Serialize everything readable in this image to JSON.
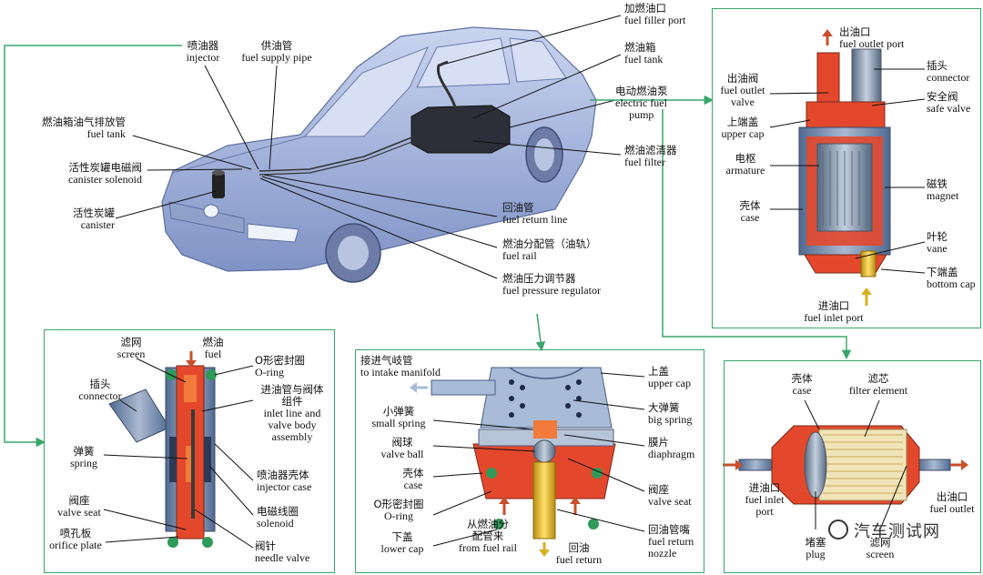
{
  "car_labels": {
    "filler_port": {
      "zh": "加燃油口",
      "en": "fuel filler port"
    },
    "injector": {
      "zh": "喷油器",
      "en": "injector"
    },
    "supply_pipe": {
      "zh": "供油管",
      "en": "fuel supply pipe"
    },
    "tank": {
      "zh": "燃油箱",
      "en": "fuel tank"
    },
    "tank_vent": {
      "zh": "燃油箱油气排放管",
      "en": "fuel tank"
    },
    "electric_pump": {
      "zh": "电动燃油泵",
      "en": "electric fuel",
      "en2": "pump"
    },
    "canister_solenoid": {
      "zh": "活性炭罐电磁阀",
      "en": "canister solenoid"
    },
    "filter": {
      "zh": "燃油滤清器",
      "en": "fuel filter"
    },
    "canister": {
      "zh": "活性炭罐",
      "en": "canister"
    },
    "return_line": {
      "zh": "回油管",
      "en": "fuel return line"
    },
    "rail": {
      "zh": "燃油分配管（油轨）",
      "en": "fuel rail"
    },
    "regulator": {
      "zh": "燃油压力调节器",
      "en": "fuel pressure regulator"
    }
  },
  "pump_labels": {
    "outlet_port": {
      "zh": "出油口",
      "en": "fuel outlet port"
    },
    "outlet_valve": {
      "zh": "出油阀",
      "en": "fuel outlet",
      "en2": "valve"
    },
    "connector": {
      "zh": "插头",
      "en": "connector"
    },
    "safe_valve": {
      "zh": "安全阀",
      "en": "safe valve"
    },
    "upper_cap": {
      "zh": "上端盖",
      "en": "upper cap"
    },
    "armature": {
      "zh": "电枢",
      "en": "armature"
    },
    "magnet": {
      "zh": "磁铁",
      "en": "magnet"
    },
    "case": {
      "zh": "壳体",
      "en": "case"
    },
    "vane": {
      "zh": "叶轮",
      "en": "vane"
    },
    "bottom_cap": {
      "zh": "下端盖",
      "en": "bottom cap"
    },
    "inlet_port": {
      "zh": "进油口",
      "en": "fuel inlet port"
    }
  },
  "injector_labels": {
    "screen": {
      "zh": "滤网",
      "en": "screen"
    },
    "fuel": {
      "zh": "燃油",
      "en": "fuel"
    },
    "oring": {
      "zh": "O形密封圈",
      "en": "O-ring"
    },
    "connector": {
      "zh": "插头",
      "en": "connector"
    },
    "inlet_assembly": {
      "zh": "进油管与阀体",
      "zh2": "组件",
      "en": "inlet line and",
      "en2": "valve body",
      "en3": "assembly"
    },
    "spring": {
      "zh": "弹簧",
      "en": "spring"
    },
    "case": {
      "zh": "喷油器壳体",
      "en": "injector case"
    },
    "valve_seat": {
      "zh": "阀座",
      "en": "valve seat"
    },
    "solenoid": {
      "zh": "电磁线圈",
      "en": "solenoid"
    },
    "orifice": {
      "zh": "喷孔板",
      "en": "orifice plate"
    },
    "needle": {
      "zh": "阀针",
      "en": "needle valve"
    }
  },
  "regulator_labels": {
    "intake": {
      "zh": "接进气岐管",
      "en": "to intake manifold"
    },
    "upper_cap": {
      "zh": "上盖",
      "en": "upper cap"
    },
    "small_spring": {
      "zh": "小弹簧",
      "en": "small spring"
    },
    "big_spring": {
      "zh": "大弹簧",
      "en": "big spring"
    },
    "valve_ball": {
      "zh": "阀球",
      "en": "valve ball"
    },
    "diaphragm": {
      "zh": "膜片",
      "en": "diaphragm"
    },
    "case": {
      "zh": "壳体",
      "en": "case"
    },
    "valve_seat": {
      "zh": "阀座",
      "en": "valve seat"
    },
    "oring": {
      "zh": "O形密封圈",
      "en": "O-ring"
    },
    "from_rail": {
      "zh": "从燃油分",
      "zh2": "配管来",
      "en": "from fuel rail"
    },
    "lower_cap": {
      "zh": "下盖",
      "en": "lower cap"
    },
    "return": {
      "zh": "回油",
      "en": "fuel return"
    },
    "return_nozzle": {
      "zh": "回油管嘴",
      "en": "fuel return",
      "en2": "nozzle"
    }
  },
  "filter_labels": {
    "case": {
      "zh": "壳体",
      "en": "case"
    },
    "element": {
      "zh": "滤芯",
      "en": "filter element"
    },
    "inlet": {
      "zh": "进油口",
      "en": "fuel inlet",
      "en2": "port"
    },
    "outlet": {
      "zh": "出油口",
      "en": "fuel outlet"
    },
    "plug": {
      "zh": "堵塞",
      "en": "plug"
    },
    "screen": {
      "zh": "滤网",
      "en": "screen"
    }
  },
  "watermark": "汽车测试网",
  "colors": {
    "frame": "#3aa56a",
    "body_red": "#e4482c",
    "metal_blue": "#7f97b8",
    "seal_green": "#2f9a5a",
    "yellow": "#e8c02a",
    "car_blue": "#a9b8de"
  }
}
